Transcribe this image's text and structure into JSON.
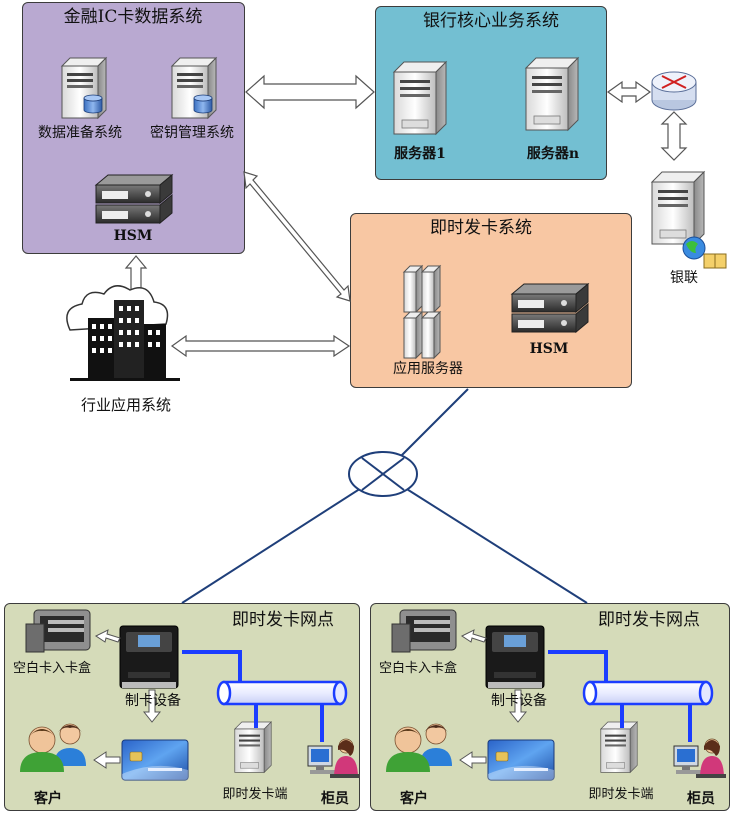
{
  "ic_system": {
    "title": "金融IC卡数据系统",
    "data_prep": "数据准备系统",
    "key_mgmt": "密钥管理系统",
    "hsm": "HSM"
  },
  "core_system": {
    "title": "银行核心业务系统",
    "server1": "服务器1",
    "servern": "服务器n"
  },
  "unionpay": "银联",
  "instant_system": {
    "title": "即时发卡系统",
    "app_server": "应用服务器",
    "hsm": "HSM"
  },
  "industry": "行业应用系统",
  "branches": [
    {
      "title": "即时发卡网点",
      "blank_box": "空白卡入卡盒",
      "card_device": "制卡设备",
      "customer": "客户",
      "terminal": "即时发卡端",
      "teller": "柜员"
    },
    {
      "title": "即时发卡网点",
      "blank_box": "空白卡入卡盒",
      "card_device": "制卡设备",
      "customer": "客户",
      "terminal": "即时发卡端",
      "teller": "柜员"
    }
  ],
  "colors": {
    "ic_panel": "#b9a9d1",
    "core_panel": "#73bfd2",
    "instant_panel": "#f8c7a3",
    "branch_panel": "#d5dbb9",
    "network_line": "#1f3f7a",
    "lan_cable": "#1b3dff"
  }
}
